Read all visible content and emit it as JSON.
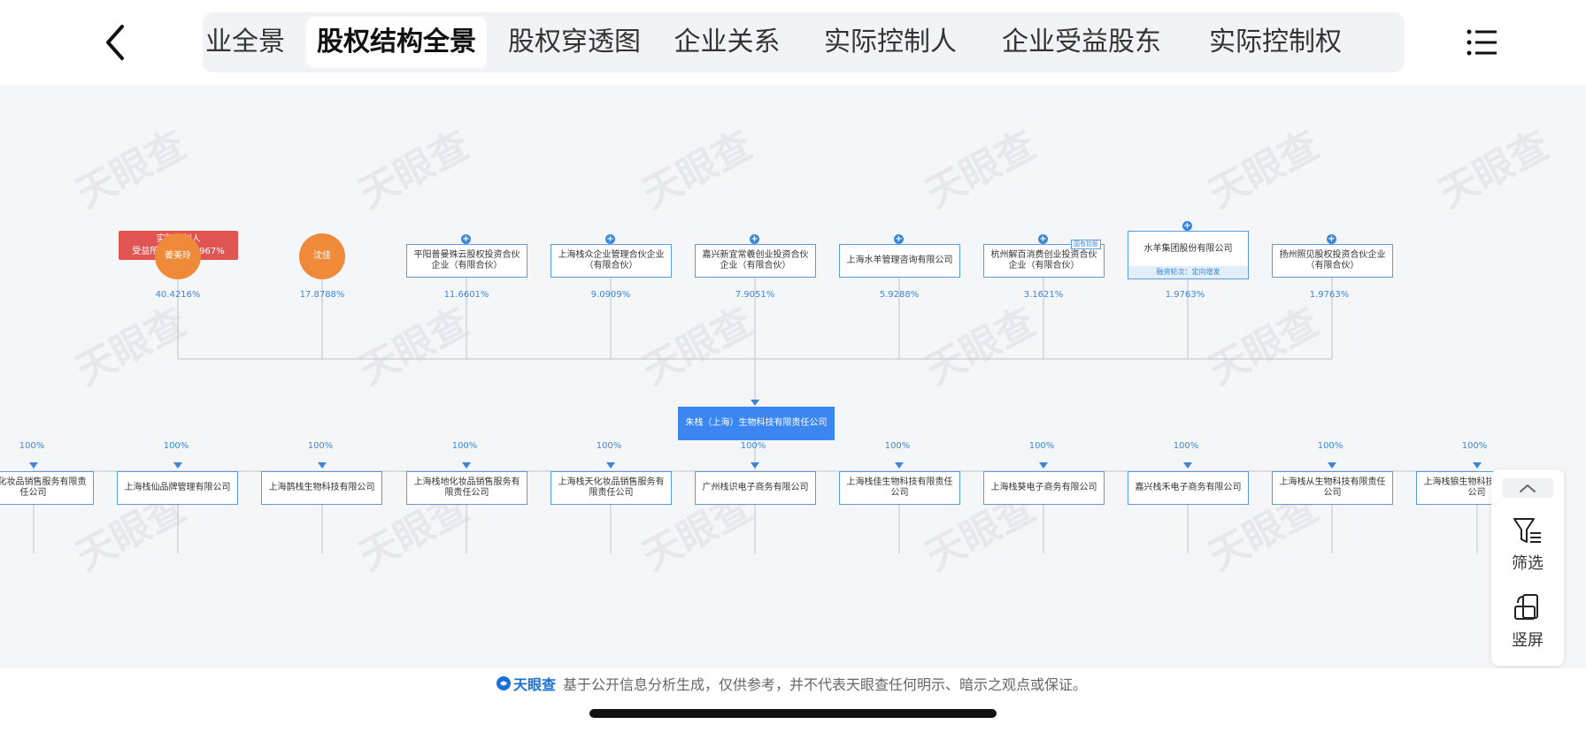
{
  "tabs": [
    {
      "label": "业全景",
      "active": false
    },
    {
      "label": "股权结构全景",
      "active": true
    },
    {
      "label": "股权穿透图",
      "active": false
    },
    {
      "label": "企业关系",
      "active": false
    },
    {
      "label": "实际控制人",
      "active": false
    },
    {
      "label": "企业受益股东",
      "active": false
    },
    {
      "label": "实际控制权",
      "active": false
    }
  ],
  "icons": {
    "back": "chevron-left-icon",
    "menu": "list-menu-icon",
    "filter": "filter-icon",
    "portrait": "rotate-portrait-icon",
    "collapse": "chevron-up-icon",
    "plus": "plus-icon"
  },
  "watermark": "天眼查",
  "controller_tag": {
    "line1": "实际控制人",
    "line2": "受益所有人：44.967%"
  },
  "shareholders": [
    {
      "type": "person",
      "name": "姜美玲",
      "pct": "40.4216%"
    },
    {
      "type": "person",
      "name": "沈佳",
      "pct": "17.8788%"
    },
    {
      "type": "company",
      "name": "平阳普曼殊云股权投资合伙企业（有限合伙）",
      "pct": "11.6601%"
    },
    {
      "type": "company",
      "name": "上海栈众企业管理合伙企业（有限合伙）",
      "pct": "9.0909%"
    },
    {
      "type": "company",
      "name": "嘉兴新宜常羲创业投资合伙企业（有限合伙）",
      "pct": "7.9051%"
    },
    {
      "type": "company",
      "name": "上海水羊管理咨询有限公司",
      "pct": "5.9288%"
    },
    {
      "type": "company",
      "name": "杭州解百消费创业投资合伙企业（有限合伙）",
      "pct": "3.1621%",
      "badge": "国有控股"
    },
    {
      "type": "company",
      "name": "水羊集团股份有限公司",
      "pct": "1.9763%",
      "financing": "融资轮次：定向增发"
    },
    {
      "type": "company",
      "name": "扬州照见股权投资合伙企业（有限合伙）",
      "pct": "1.9763%"
    }
  ],
  "target_company": "朱栈（上海）生物科技有限责任公司",
  "subsidiaries": [
    {
      "name": "栈弋化妆品销售服务有限责任公司",
      "pct": "100%"
    },
    {
      "name": "上海栈仙品牌管理有限公司",
      "pct": "100%"
    },
    {
      "name": "上海鹊栈生物科技有限公司",
      "pct": "100%"
    },
    {
      "name": "上海栈地化妆品销售服务有限责任公司",
      "pct": "100%"
    },
    {
      "name": "上海栈天化妆品销售服务有限责任公司",
      "pct": "100%"
    },
    {
      "name": "广州栈识电子商务有限公司",
      "pct": "100%"
    },
    {
      "name": "上海栈佳生物科技有限责任公司",
      "pct": "100%"
    },
    {
      "name": "上海栈葵电子商务有限公司",
      "pct": "100%"
    },
    {
      "name": "嘉兴栈禾电子商务有限公司",
      "pct": "100%"
    },
    {
      "name": "上海栈从生物科技有限责任公司",
      "pct": "100%"
    },
    {
      "name": "上海栈狼生物科技有限责任公司",
      "pct": "100%"
    }
  ],
  "side_panel": {
    "filter_label": "筛选",
    "portrait_label": "竖屏"
  },
  "footer": {
    "brand": "天眼查",
    "disclaimer": "基于公开信息分析生成，仅供参考，并不代表天眼查任何明示、暗示之观点或保证。"
  }
}
